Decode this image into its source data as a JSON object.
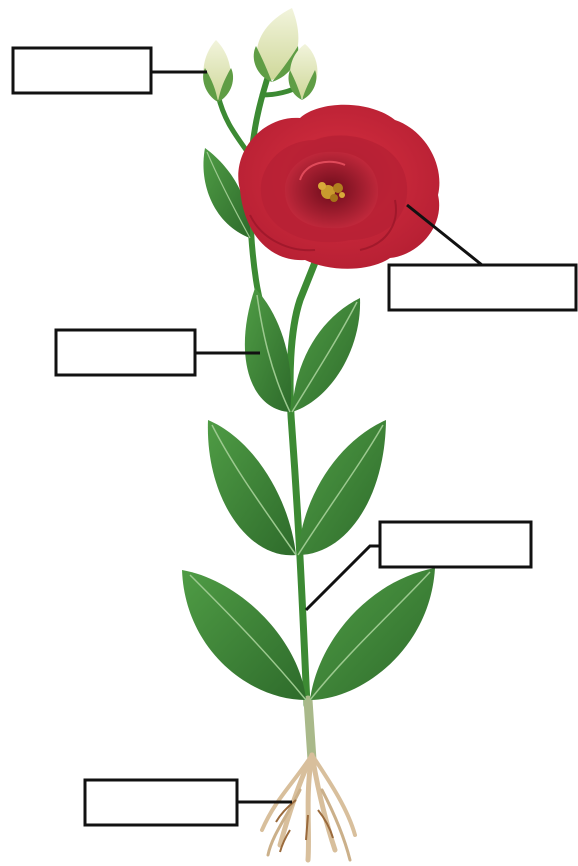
{
  "labels": [
    {
      "id": "bud",
      "text": ""
    },
    {
      "id": "flower",
      "text": ""
    },
    {
      "id": "leaf",
      "text": ""
    },
    {
      "id": "stem",
      "text": ""
    },
    {
      "id": "root",
      "text": ""
    }
  ],
  "colors": {
    "petal": "#c8283a",
    "petal_dark": "#8f1325",
    "leaf": "#3f8a38",
    "leaf_dark": "#2a6427",
    "stem": "#3c8a33",
    "bud": "#e7ecc4",
    "root": "#d8bf9c",
    "root_dark": "#9a6a3c",
    "stamen": "#c99a2e"
  }
}
